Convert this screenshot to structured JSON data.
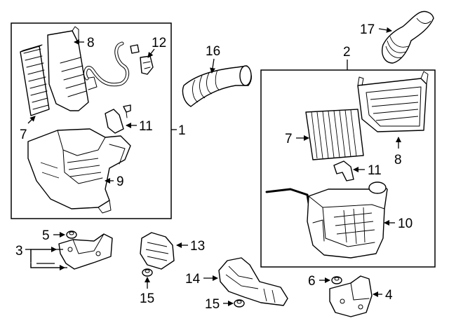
{
  "callouts": {
    "c1": "1",
    "c2": "2",
    "c3": "3",
    "c4": "4",
    "c5": "5",
    "c6": "6",
    "c7_left": "7",
    "c7_right": "7",
    "c8_left": "8",
    "c8_right": "8",
    "c9": "9",
    "c10": "10",
    "c11_left": "11",
    "c11_right": "11",
    "c12": "12",
    "c13": "13",
    "c14": "14",
    "c15_left": "15",
    "c15_right": "15",
    "c16": "16",
    "c17": "17"
  },
  "colors": {
    "ink": "#000000",
    "paper": "#ffffff"
  }
}
